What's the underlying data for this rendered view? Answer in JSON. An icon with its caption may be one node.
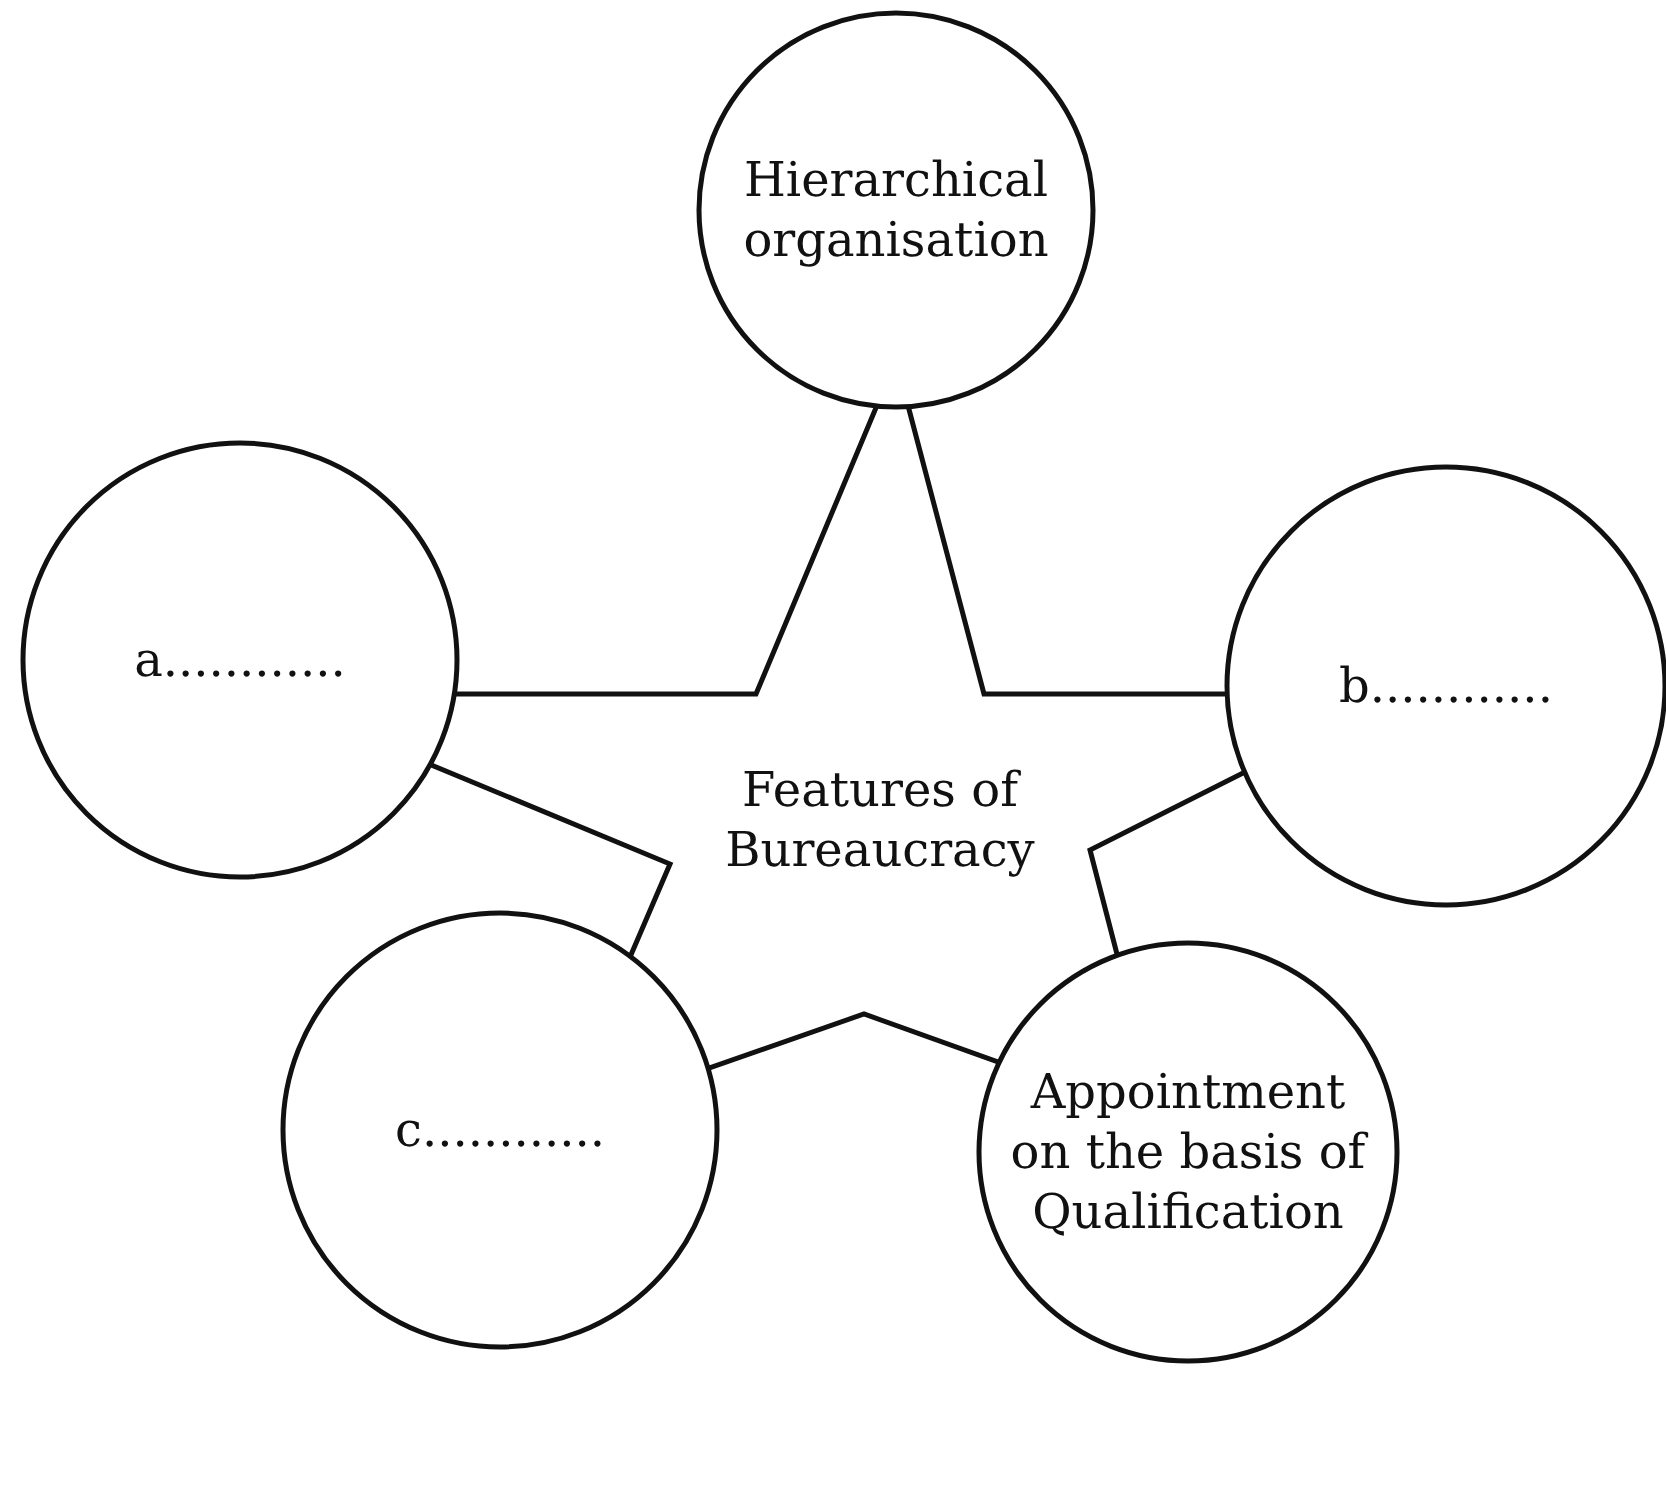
{
  "diagram": {
    "nodes": [
      {
        "text": [
          "Hierarchical organisation"
        ]
      },
      {
        "text": [
          "a............"
        ]
      },
      {
        "text": [
          "b............"
        ]
      },
      {
        "text": [
          "Features of Bureaucracy"
        ]
      },
      {
        "text": [
          "c............"
        ]
      },
      {
        "text": [
          "Appointment on the basis of Qualification"
        ]
      }
    ],
    "edges": []
  }
}
